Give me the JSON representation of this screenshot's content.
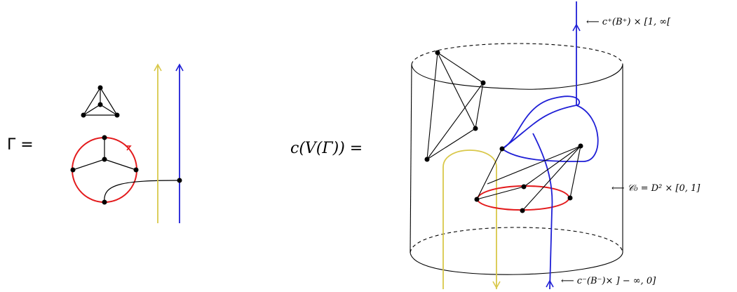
{
  "labels": {
    "gamma_eq": "Γ =",
    "cv_eq": "c(V(Γ)) =",
    "top_annotation": "⟵  c⁺(B⁺) × [1, ∞[",
    "right_annotation": "⟵  𝒞₀ = D² × [0, 1]",
    "bottom_annotation": "⟵  c⁻(B⁻)× ] − ∞, 0]"
  },
  "colors": {
    "red": "#e31a1c",
    "blue": "#1f1fd6",
    "yellow": "#d9c84a",
    "black": "#000000"
  }
}
